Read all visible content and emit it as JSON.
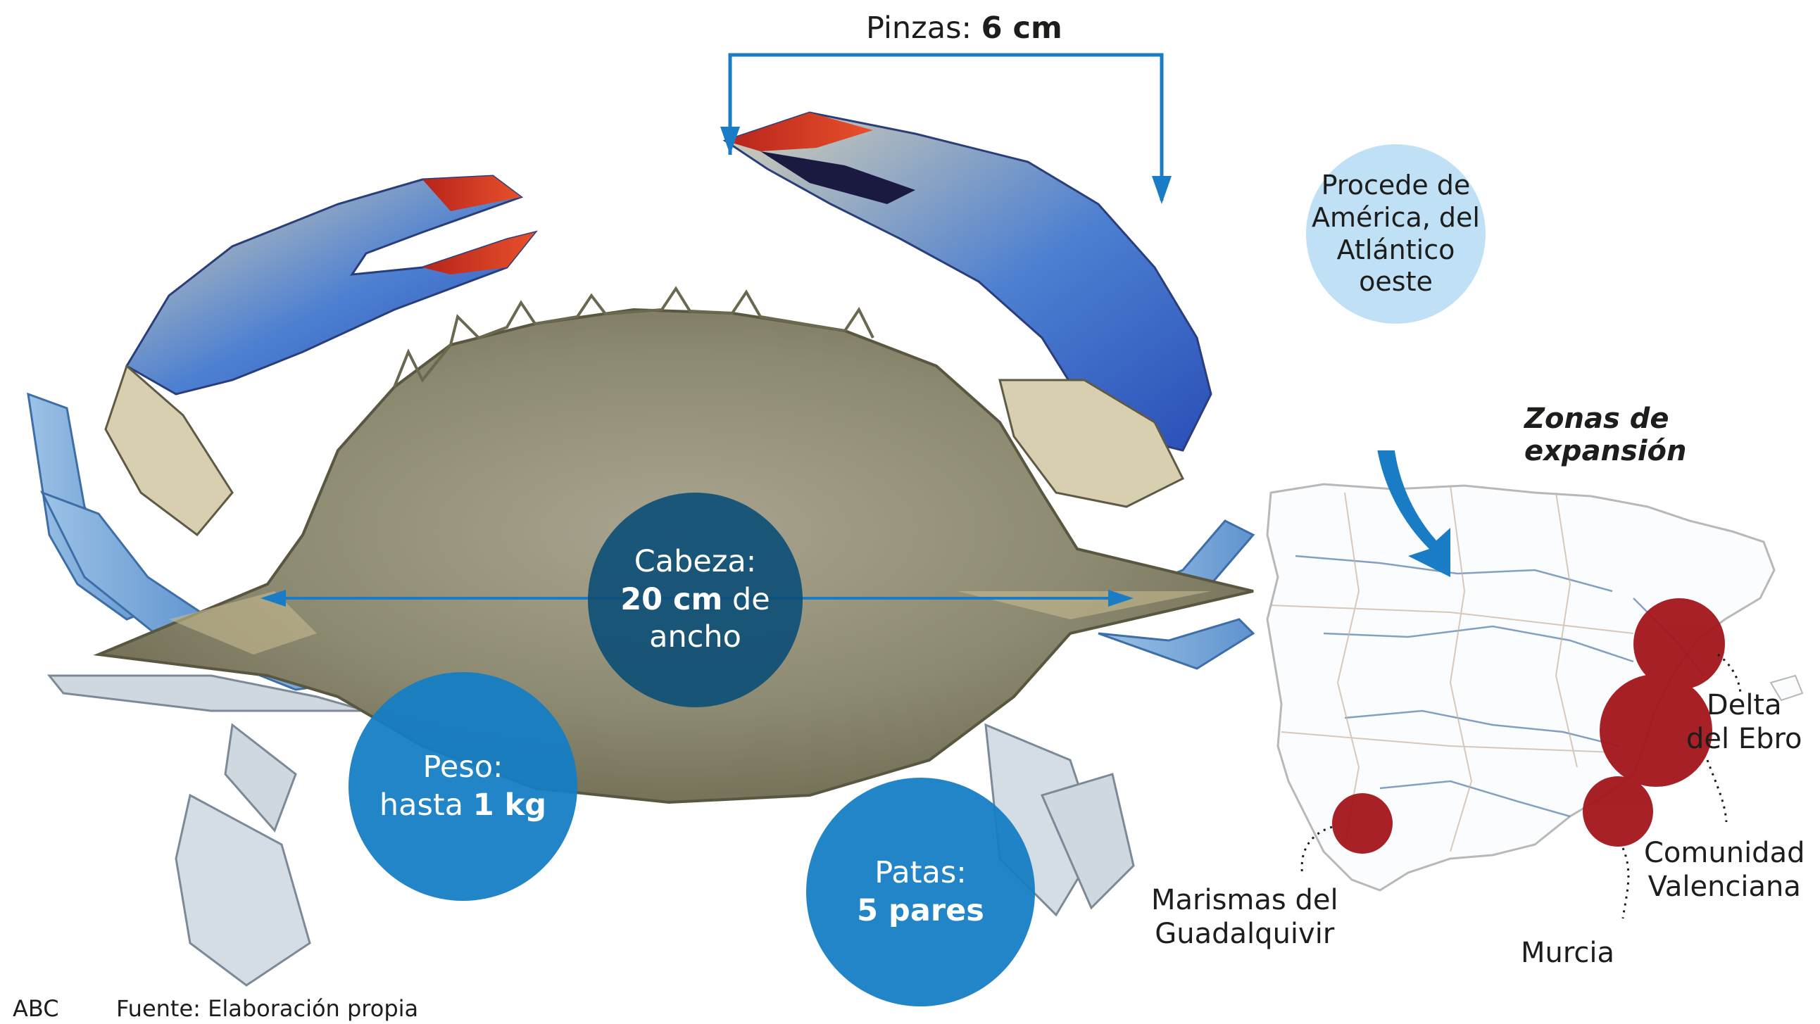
{
  "claws": {
    "label": "Pinzas:",
    "value": "6 cm"
  },
  "head": {
    "label": "Cabeza:",
    "value": "20 cm",
    "suffix": "de",
    "line3": "ancho"
  },
  "weight": {
    "label": "Peso:",
    "prefix": "hasta",
    "value": "1 kg"
  },
  "legs": {
    "label": "Patas:",
    "value": "5 pares"
  },
  "origin": {
    "line1": "Procede de",
    "line2": "América, del",
    "line3": "Atlántico",
    "line4": "oeste"
  },
  "map": {
    "title": "Zonas de expansión",
    "zones": {
      "ebro": {
        "line1": "Delta",
        "line2": "del Ebro"
      },
      "valencia": {
        "line1": "Comunidad",
        "line2": "Valenciana"
      },
      "murcia": "Murcia",
      "guadalquivir": {
        "line1": "Marismas del",
        "line2": "Guadalquivir"
      }
    }
  },
  "footer": {
    "credit": "ABC",
    "source": "Fuente: Elaboración propia"
  },
  "colors": {
    "dark_bubble": "#0b4e76",
    "blue_bubble": "#147dc4",
    "light_bubble": "#bfe0f5",
    "zone_red": "#a3151b",
    "arrow": "#1a7cc4"
  }
}
